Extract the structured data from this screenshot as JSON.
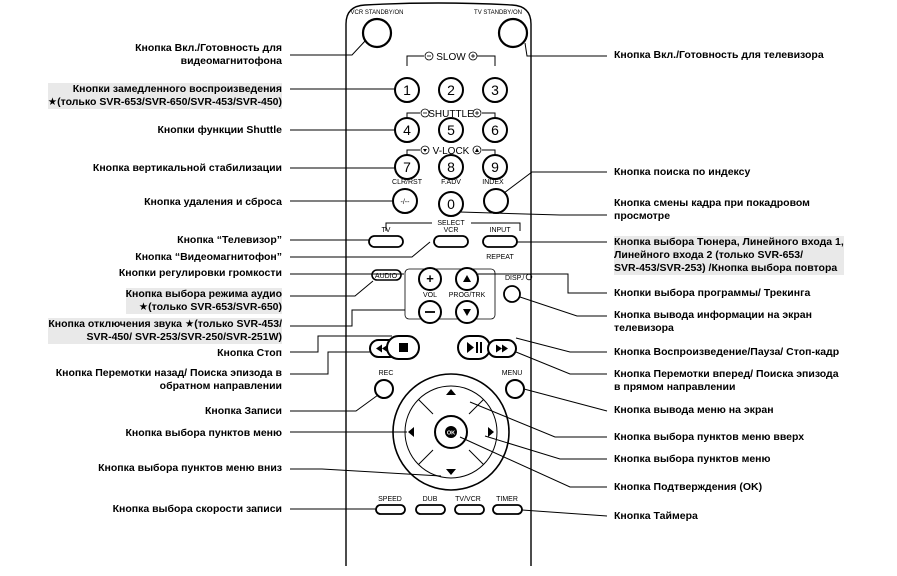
{
  "remote": {
    "top_buttons": [
      "VCR STANDBY/ON",
      "TV STANDBY/ON"
    ],
    "group_labels": {
      "slow": "SLOW",
      "shuttle": "SHUTTLE",
      "vlock": "V-LOCK",
      "select": "SELECT",
      "repeat": "REPEAT"
    },
    "digits": [
      "1",
      "2",
      "3",
      "4",
      "5",
      "6",
      "7",
      "8",
      "9",
      "0"
    ],
    "clr_label": "CLR/RST",
    "fadv_label": "F.ADV",
    "index_label": "INDEX",
    "clr_symbol": "-/--",
    "select_buttons": [
      "TV",
      "VCR",
      "INPUT"
    ],
    "audio_label": "AUDIO",
    "vol_label": "VOL",
    "prog_label": "PROG/TRK",
    "disp_label": "DISP./",
    "rec_label": "REC",
    "menu_label": "MENU",
    "ok_label": "OK",
    "bottom_buttons": [
      "SPEED",
      "DUB",
      "TV/VCR",
      "TIMER"
    ]
  },
  "left_labels": [
    {
      "lines": [
        "Кнопка Вкл./Готовность для",
        "видеомагнитофона"
      ]
    },
    {
      "lines": [
        "Кнопки замедленного воспроизведения",
        "★(только SVR-653/SVR-650/SVR-453/SVR-450)"
      ]
    },
    {
      "lines": [
        "Кнопки функции Shuttle"
      ]
    },
    {
      "lines": [
        "Кнопка вертикальной стабилизации"
      ]
    },
    {
      "lines": [
        "Кнопка удаления и сброса"
      ]
    },
    {
      "lines": [
        "Кнопка “Телевизор”"
      ]
    },
    {
      "lines": [
        "Кнопка “Видеомагнитофон”"
      ]
    },
    {
      "lines": [
        "Кнопки регулировки громкости"
      ]
    },
    {
      "lines": [
        "Кнопка выбора режима аудио",
        "★(только SVR-653/SVR-650)"
      ]
    },
    {
      "lines": [
        "Кнопка отключения звука ★(только SVR-453/",
        "SVR-450/ SVR-253/SVR-250/SVR-251W)"
      ]
    },
    {
      "lines": [
        "Кнопка Стоп"
      ]
    },
    {
      "lines": [
        "Кнопка Перемотки назад/ Поиска эпизода в",
        "обратном направлении"
      ]
    },
    {
      "lines": [
        "Кнопка Записи"
      ]
    },
    {
      "lines": [
        "Кнопка выбора пунктов меню"
      ]
    },
    {
      "lines": [
        "Кнопка выбора пунктов меню вниз"
      ]
    },
    {
      "lines": [
        "Кнопка выбора скорости записи"
      ]
    }
  ],
  "right_labels": [
    {
      "lines": [
        "Кнопка Вкл./Готовность для телевизора"
      ]
    },
    {
      "lines": [
        "Кнопка поиска по индексу"
      ]
    },
    {
      "lines": [
        "Кнопка смены кадра при покадровом",
        "просмотре"
      ]
    },
    {
      "lines": [
        "Кнопка выбора Тюнера, Линейного входа 1,",
        "Линейного входа 2 (только SVR-653/",
        "SVR-453/SVR-253) /Кнопка выбора повтора"
      ]
    },
    {
      "lines": [
        "Кнопки выбора программы/ Трекинга"
      ]
    },
    {
      "lines": [
        "Кнопка вывода информации на экран",
        "телевизора"
      ]
    },
    {
      "lines": [
        "Кнопка Воспроизведение/Пауза/ Стоп-кадр"
      ]
    },
    {
      "lines": [
        "Кнопка Перемотки вперед/ Поиска эпизода",
        "в прямом направлении"
      ]
    },
    {
      "lines": [
        "Кнопка вывода меню на экран"
      ]
    },
    {
      "lines": [
        "Кнопка выбора пунктов меню вверх"
      ]
    },
    {
      "lines": [
        "Кнопка выбора пунктов меню"
      ]
    },
    {
      "lines": [
        "Кнопка Подтверждения (OK)"
      ]
    },
    {
      "lines": [
        "Кнопка Таймера"
      ]
    }
  ]
}
